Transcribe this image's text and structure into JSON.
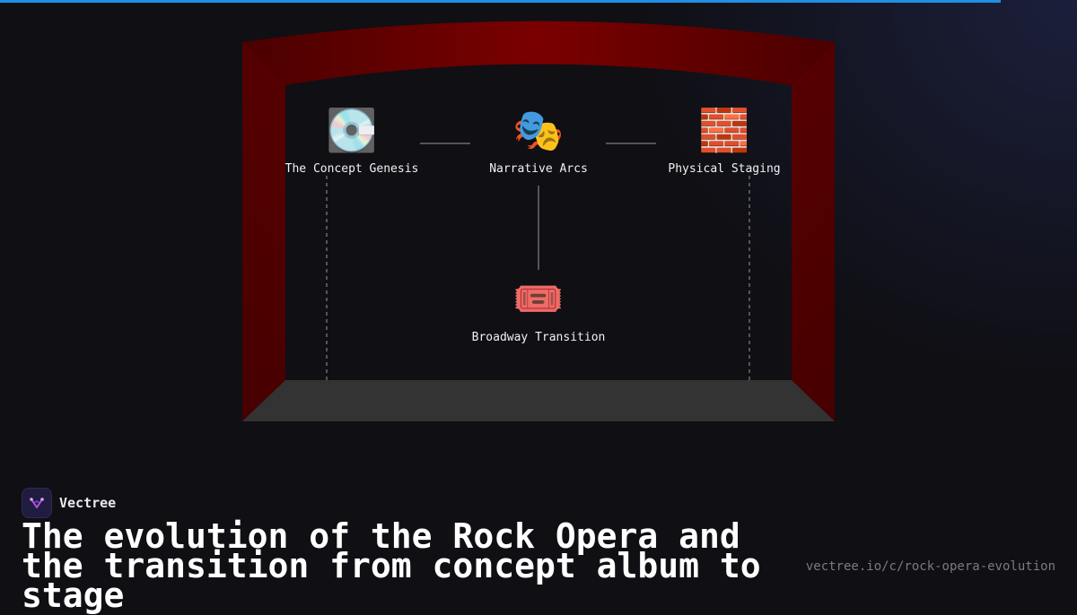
{
  "progress": {
    "fraction": 0.929
  },
  "diagram": {
    "nodes": [
      {
        "id": "concept-genesis",
        "icon": "cd-disc-icon",
        "emoji": "💽",
        "label": "The Concept Genesis"
      },
      {
        "id": "narrative-arcs",
        "icon": "theater-masks-icon",
        "emoji": "🎭",
        "label": "Narrative Arcs"
      },
      {
        "id": "physical-staging",
        "icon": "brick-wall-icon",
        "emoji": "🧱",
        "label": "Physical Staging"
      },
      {
        "id": "broadway-transition",
        "icon": "ticket-icon",
        "emoji": "🎟️",
        "label": "Broadway Transition"
      }
    ],
    "edges": [
      {
        "from": "concept-genesis",
        "to": "narrative-arcs"
      },
      {
        "from": "narrative-arcs",
        "to": "physical-staging"
      },
      {
        "from": "narrative-arcs",
        "to": "broadway-transition"
      }
    ]
  },
  "colors": {
    "accent": "#1e90e6",
    "curtain": "#7a0000",
    "curtain_dark": "#4a0000",
    "stage_floor": "#333333"
  },
  "brand": {
    "name": "Vectree",
    "icon": "vectree-logo-icon"
  },
  "title": "The evolution of the Rock Opera and the transition from concept album to stage",
  "url": "vectree.io/c/rock-opera-evolution"
}
